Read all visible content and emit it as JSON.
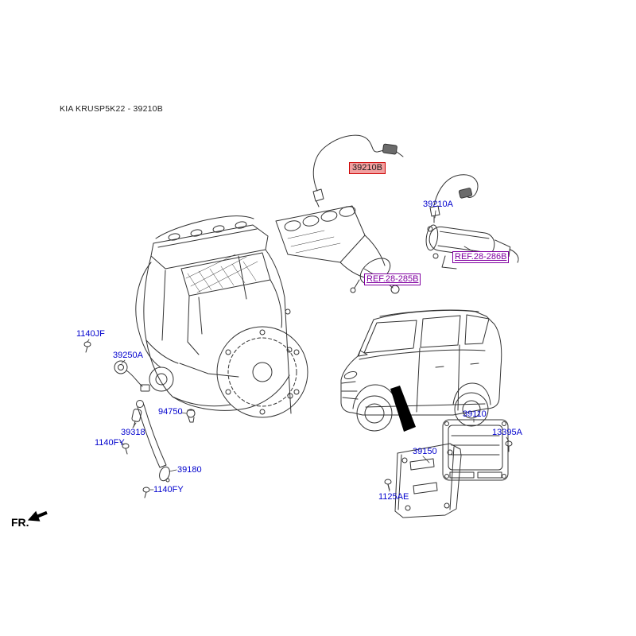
{
  "page": {
    "title": "KIA KRUSP5K22 - 39210B"
  },
  "footer": {
    "direction_label": "FR."
  },
  "colors": {
    "part_link": "#0000cd",
    "ref_link": "#8000a0",
    "highlight_bg": "#f2a0a0",
    "highlight_border": "#cc0000",
    "highlight_text": "#1a1a1a",
    "line": "#333333"
  },
  "parts": [
    {
      "code": "39210B",
      "style": "highlight"
    },
    {
      "code": "39210A",
      "style": "link"
    },
    {
      "code": "REF.28-286B",
      "style": "ref"
    },
    {
      "code": "REF.28-285B",
      "style": "ref"
    },
    {
      "code": "1140JF",
      "style": "link"
    },
    {
      "code": "39250A",
      "style": "link"
    },
    {
      "code": "94750",
      "style": "link"
    },
    {
      "code": "39318",
      "style": "link"
    },
    {
      "code": "1140FY",
      "style": "link"
    },
    {
      "code": "39180",
      "style": "link"
    },
    {
      "code": "1140FY",
      "style": "link"
    },
    {
      "code": "39110",
      "style": "link"
    },
    {
      "code": "13395A",
      "style": "link"
    },
    {
      "code": "39150",
      "style": "link"
    },
    {
      "code": "1125AE",
      "style": "link"
    }
  ]
}
